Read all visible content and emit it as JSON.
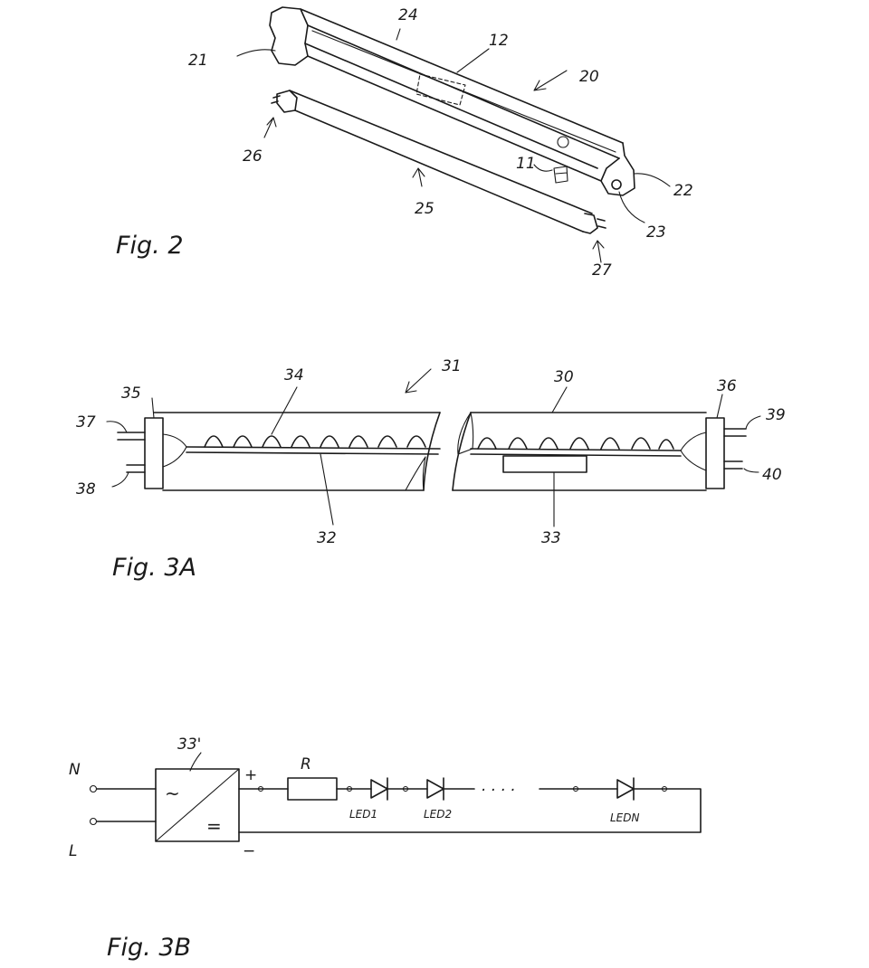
{
  "fig2": {
    "caption": "Fig. 2",
    "labels": {
      "l21": "21",
      "l24": "24",
      "l12": "12",
      "l20": "20",
      "l26": "26",
      "l11": "11",
      "l22": "22",
      "l25": "25",
      "l23": "23",
      "l27": "27"
    }
  },
  "fig3a": {
    "caption": "Fig. 3A",
    "labels": {
      "l35": "35",
      "l34": "34",
      "l31": "31",
      "l30": "30",
      "l36": "36",
      "l37": "37",
      "l39": "39",
      "l38": "38",
      "l40": "40",
      "l32": "32",
      "l33": "33"
    }
  },
  "fig3b": {
    "caption": "Fig. 3B",
    "labels": {
      "l33p": "33'",
      "n": "N",
      "l": "L",
      "plus": "+",
      "minus": "−",
      "r": "R",
      "tilde": "~",
      "equals": "=",
      "led1": "LED1",
      "led2": "LED2",
      "ledn": "LEDN",
      "dots": ". . . ."
    }
  }
}
